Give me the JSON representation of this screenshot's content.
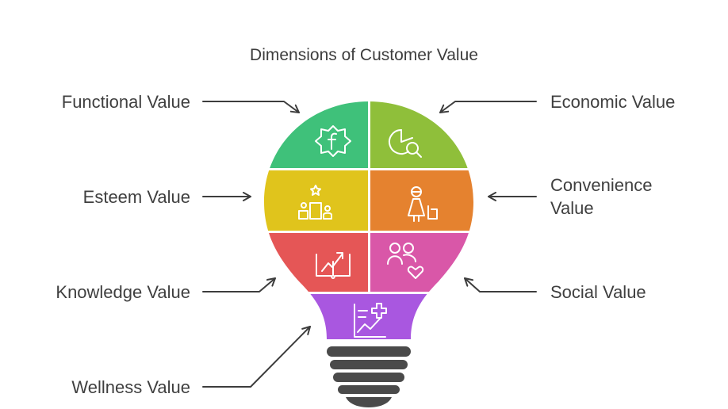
{
  "title": "Dimensions of Customer Value",
  "labels": {
    "functional": "Functional Value",
    "economic": "Economic Value",
    "esteem": "Esteem Value",
    "convenience_line1": "Convenience",
    "convenience_line2": "Value",
    "knowledge": "Knowledge Value",
    "social": "Social Value",
    "wellness": "Wellness Value"
  },
  "segments": [
    {
      "id": "functional",
      "color": "#3fc17a",
      "icon": "gear-f-icon"
    },
    {
      "id": "economic",
      "color": "#8fbf3a",
      "icon": "pie-magnifier-icon"
    },
    {
      "id": "esteem",
      "color": "#e0c41c",
      "icon": "podium-star-icon"
    },
    {
      "id": "convenience",
      "color": "#e5822f",
      "icon": "person-luggage-icon"
    },
    {
      "id": "knowledge",
      "color": "#e55656",
      "icon": "book-growth-icon"
    },
    {
      "id": "social",
      "color": "#d957a8",
      "icon": "people-heart-icon"
    },
    {
      "id": "wellness",
      "color": "#a957e0",
      "icon": "health-chart-icon"
    }
  ],
  "colors": {
    "text": "#3f3f3f",
    "arrow": "#3d3d3d",
    "base": "#4a4a4a",
    "icon_stroke": "#ffffff"
  }
}
